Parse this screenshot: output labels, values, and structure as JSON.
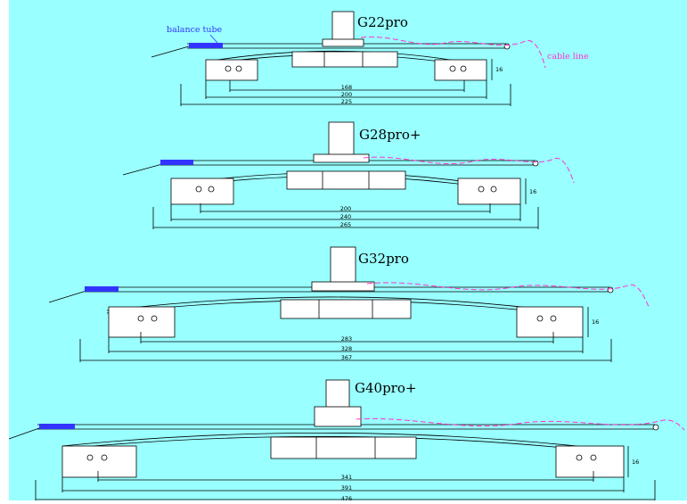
{
  "colors": {
    "background": "#99ffff",
    "balance_tube": "#3333ff",
    "cable_line": "#ff33cc"
  },
  "diagram": {
    "callouts": {
      "balance_tube": "balance tube",
      "cable_line": "cable line"
    },
    "sliders": [
      {
        "model": "G22pro",
        "dims": [
          "168",
          "200",
          "225"
        ],
        "height": "16"
      },
      {
        "model": "G28pro+",
        "dims": [
          "200",
          "240",
          "265"
        ],
        "height": "16"
      },
      {
        "model": "G32pro",
        "dims": [
          "283",
          "328",
          "367"
        ],
        "height": "16"
      },
      {
        "model": "G40pro+",
        "dims": [
          "341",
          "391",
          "476"
        ],
        "height": "16"
      }
    ]
  }
}
